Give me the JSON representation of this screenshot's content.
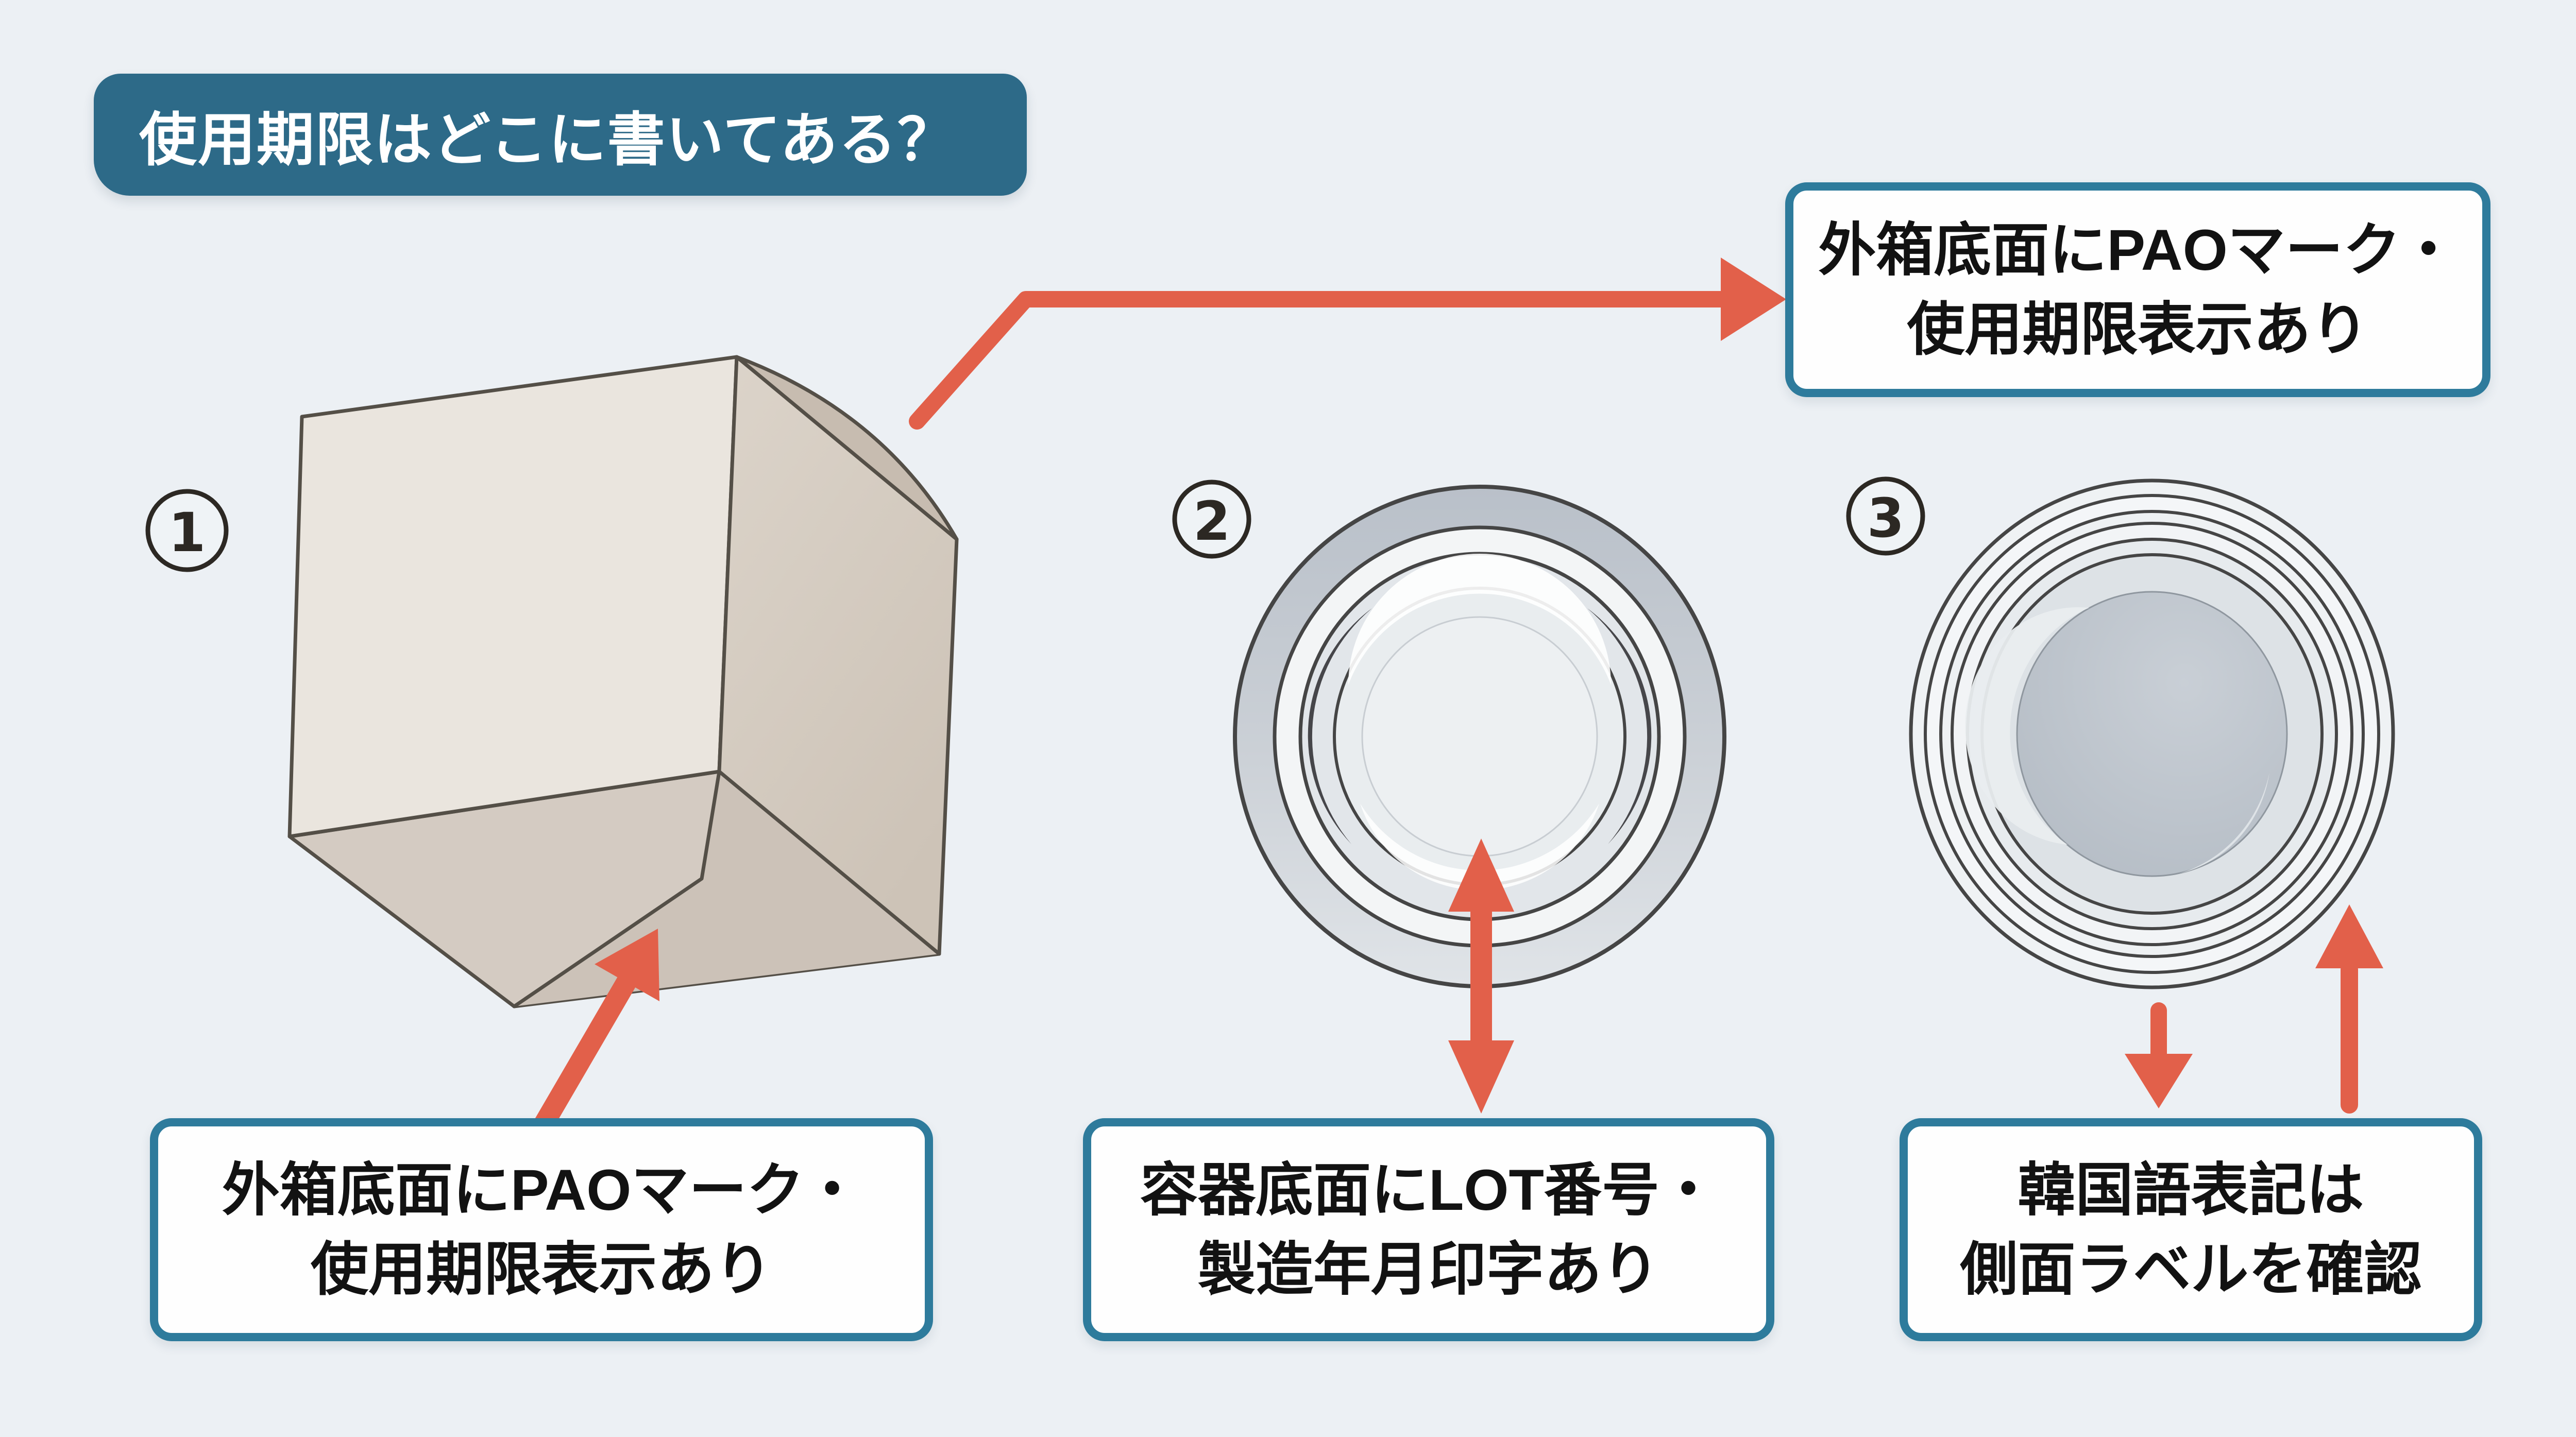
{
  "title": "使用期限はどこに書いてある？",
  "colors": {
    "background": "#ecf0f4",
    "banner": "#2d6a88",
    "box_border": "#2e7b9c",
    "arrow": "#e2604a",
    "outline": "#544f47",
    "text": "#121212",
    "banner_text": "#ffffff"
  },
  "callout_top_right": {
    "line1": "外箱底面にPAOマーク・",
    "line2": "使用期限表示あり"
  },
  "items": [
    {
      "number": "1",
      "line1": "外箱底面にPAOマーク・",
      "line2": "使用期限表示あり"
    },
    {
      "number": "2",
      "line1": "容器底面にLOT番号・",
      "line2": "製造年月印字あり"
    },
    {
      "number": "3",
      "line1": "韓国語表記は",
      "line2": "側面ラベルを確認"
    }
  ]
}
